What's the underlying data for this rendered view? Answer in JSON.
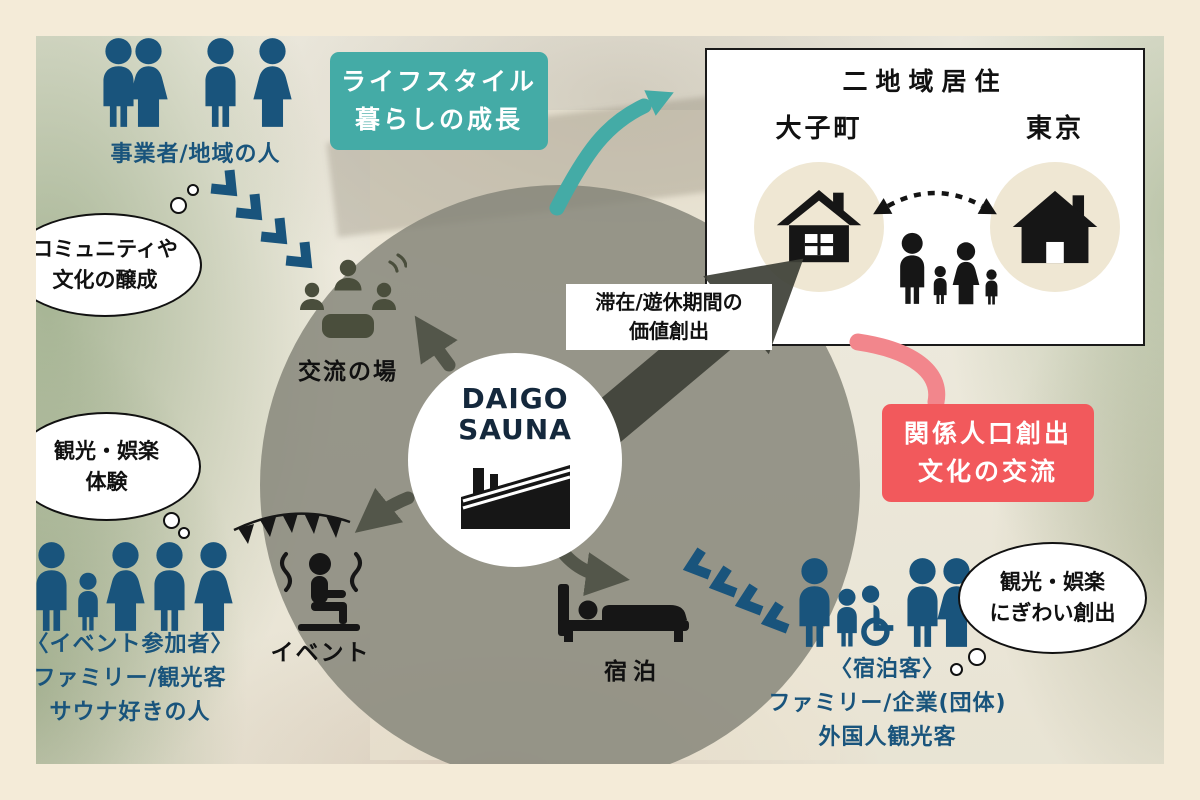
{
  "colors": {
    "teal": "#44ABA6",
    "coral_red": "#F2595C",
    "steel_blue": "#19547C",
    "olive_gray": "#53564A",
    "cream_frame": "#F4EBD8",
    "pink_arrow": "#F2868C",
    "circle_gray": "#86857B"
  },
  "center_circle": {
    "line1": "DAIGO",
    "line2": "SAUNA"
  },
  "teal_box": {
    "line1": "ライフスタイル",
    "line2": "暮らしの成長"
  },
  "red_box": {
    "line1": "関係人口創出",
    "line2": "文化の交流"
  },
  "dual_box": {
    "title": "二地域居住",
    "left_city": "大子町",
    "right_city": "東京"
  },
  "stay_label": {
    "line1": "滞在/遊休期間の",
    "line2": "価値創出"
  },
  "nodes": {
    "exchange": "交流の場",
    "event": "イベント",
    "lodging": "宿泊"
  },
  "group_top_left": {
    "label": "事業者/地域の人"
  },
  "group_bottom_left": {
    "line1": "〈イベント参加者〉",
    "line2": "ファミリー/観光客",
    "line3": "サウナ好きの人"
  },
  "group_bottom_right": {
    "line1": "〈宿泊客〉",
    "line2": "ファミリー/企業(団体)",
    "line3": "外国人観光客"
  },
  "bubble_community": {
    "line1": "コミュニティや",
    "line2": "文化の醸成"
  },
  "bubble_tourism_experience": {
    "line1": "観光・娯楽",
    "line2": "体験"
  },
  "bubble_tourism_bustle": {
    "line1": "観光・娯楽",
    "line2": "にぎわい創出"
  }
}
